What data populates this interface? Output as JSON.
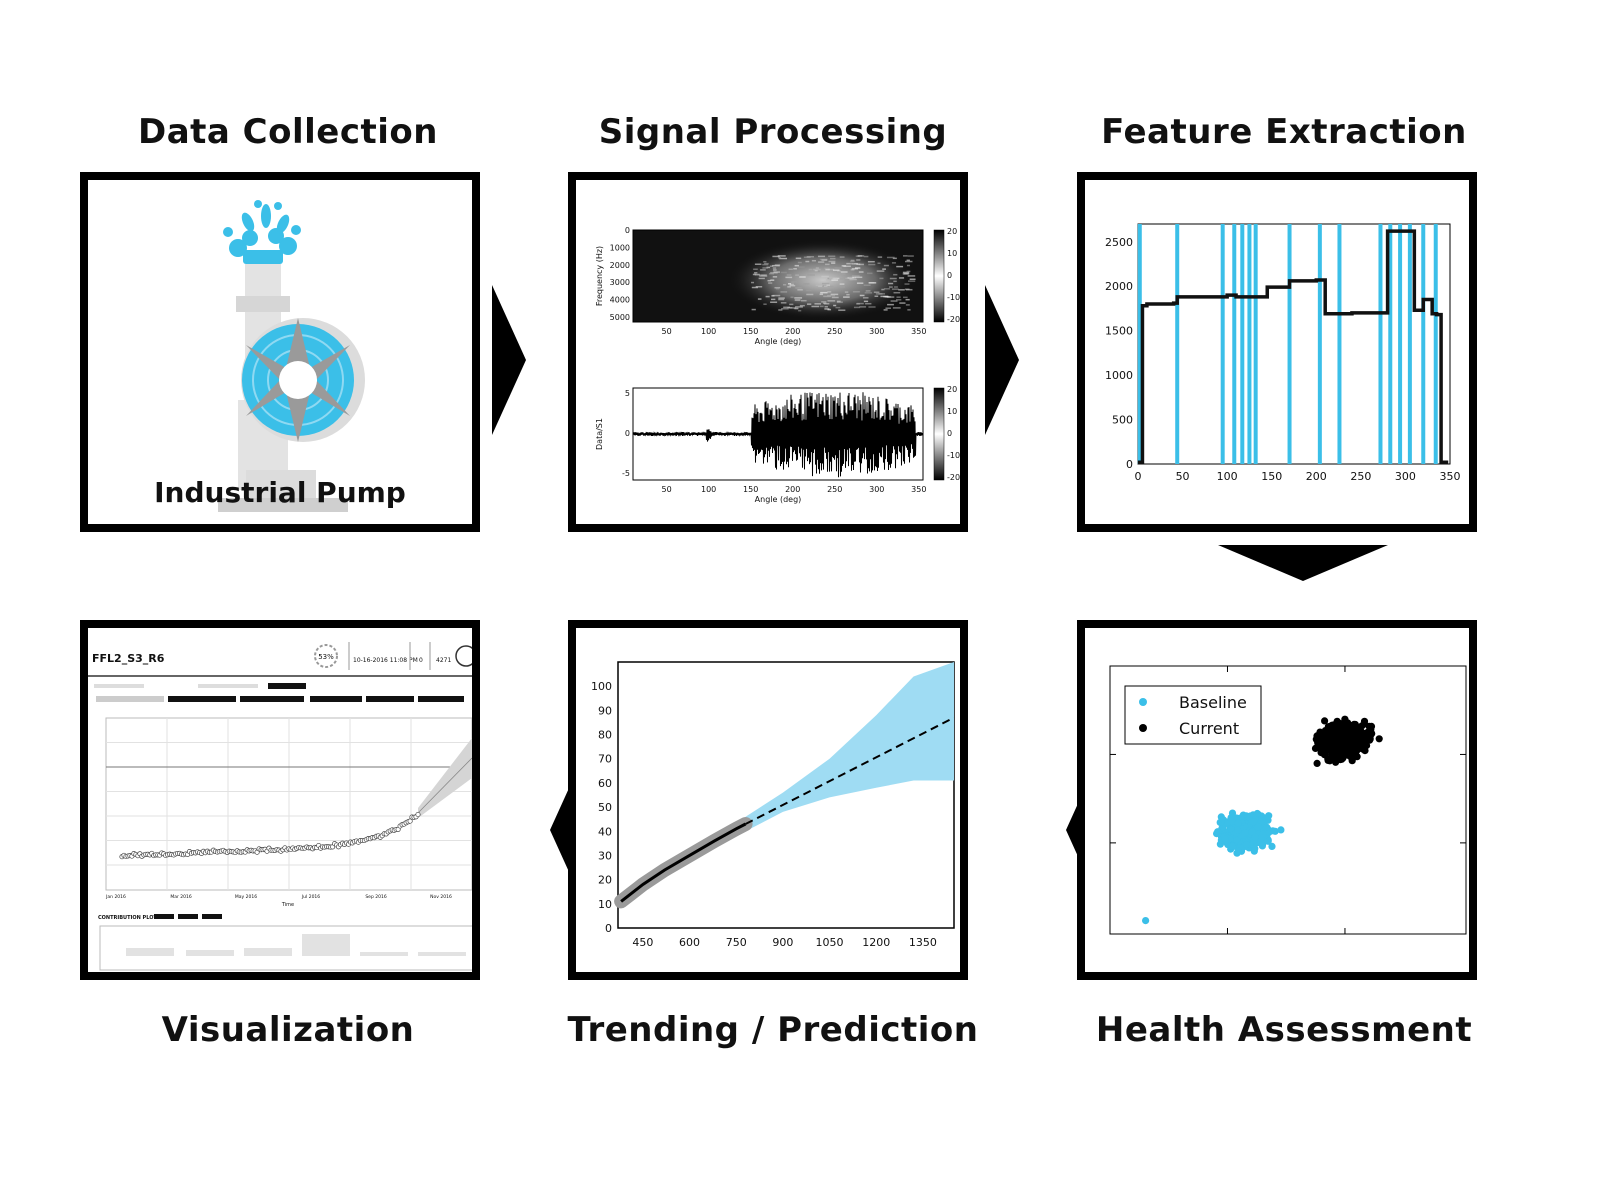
{
  "stages": {
    "data_collection": {
      "title": "Data Collection",
      "caption": "Industrial Pump"
    },
    "signal_processing": {
      "title": "Signal Processing"
    },
    "feature_extraction": {
      "title": "Feature Extraction"
    },
    "health_assessment": {
      "title": "Health Assessment"
    },
    "trending": {
      "title": "Trending / Prediction"
    },
    "visualization": {
      "title": "Visualization"
    }
  },
  "colors": {
    "accent": "#3bbfe8",
    "ink": "#000000",
    "gray": "#9a9a9a"
  },
  "icons": {
    "pump": "industrial-pump-icon",
    "arrow": "triangle-arrow-icon"
  },
  "chart_data": [
    {
      "id": "spectrogram",
      "type": "heatmap",
      "xlabel": "Angle (deg)",
      "ylabel": "Frequency (Hz)",
      "xticks": [
        50,
        100,
        150,
        200,
        250,
        300,
        350
      ],
      "yticks": [
        0,
        1000,
        2000,
        3000,
        4000,
        5000
      ],
      "colorbar_ticks": [
        20,
        10,
        0,
        -10,
        -20
      ]
    },
    {
      "id": "waveform",
      "type": "line",
      "xlabel": "Angle (deg)",
      "ylabel": "Data/S1",
      "xticks": [
        50,
        100,
        150,
        200,
        250,
        300,
        350
      ],
      "yticks": [
        5,
        0,
        -5
      ],
      "colorbar_ticks": [
        20,
        10,
        0,
        -10,
        -20
      ]
    },
    {
      "id": "feature",
      "type": "line",
      "xlim": [
        0,
        350
      ],
      "ylim": [
        0,
        2700
      ],
      "xticks": [
        0,
        50,
        100,
        150,
        200,
        250,
        300,
        350
      ],
      "yticks": [
        0,
        500,
        1000,
        1500,
        2000,
        2500
      ],
      "highlight_x": [
        2,
        44,
        95,
        108,
        117,
        125,
        132,
        170,
        204,
        226,
        272,
        283,
        294,
        305,
        320,
        334
      ],
      "series": [
        {
          "x": [
            0,
            5,
            10,
            40,
            44,
            100,
            110,
            145,
            170,
            200,
            210,
            240,
            270,
            280,
            310,
            320,
            330,
            335,
            340,
            348
          ],
          "y": [
            20,
            1780,
            1800,
            1810,
            1880,
            1900,
            1880,
            1990,
            2060,
            2070,
            1690,
            1700,
            1700,
            2620,
            1730,
            1850,
            1690,
            1680,
            20,
            20
          ]
        }
      ]
    },
    {
      "id": "health",
      "type": "scatter",
      "legend": "top-left",
      "series": [
        {
          "name": "Baseline",
          "center": [
            0.38,
            0.62
          ],
          "spread": [
            0.1,
            0.09
          ]
        },
        {
          "name": "Current",
          "center": [
            0.66,
            0.28
          ],
          "spread": [
            0.11,
            0.09
          ]
        }
      ]
    },
    {
      "id": "trend",
      "type": "line",
      "xlim": [
        370,
        1450
      ],
      "ylim": [
        0,
        110
      ],
      "xticks": [
        450,
        600,
        750,
        900,
        1050,
        1200,
        1350
      ],
      "yticks": [
        0,
        10,
        20,
        30,
        40,
        50,
        60,
        70,
        80,
        90,
        100
      ],
      "history": {
        "x": [
          380,
          450,
          520,
          600,
          680,
          750,
          780
        ],
        "y": [
          11,
          18,
          24,
          30,
          36,
          41,
          43
        ]
      },
      "forecast": {
        "x": [
          780,
          1450
        ],
        "y": [
          43,
          87
        ]
      },
      "band_upper": {
        "x": [
          780,
          900,
          1050,
          1200,
          1320,
          1450
        ],
        "y": [
          46,
          56,
          70,
          88,
          104,
          112
        ]
      },
      "band_lower": {
        "x": [
          780,
          900,
          1050,
          1200,
          1320,
          1450
        ],
        "y": [
          40,
          48,
          54,
          58,
          61,
          61
        ]
      }
    }
  ],
  "dashboard": {
    "title": "FFL2_S3_R6",
    "health_pct": "53%",
    "timestamp": "10-16-2016 11:08 PM",
    "count_a": "0",
    "count_b": "4271",
    "contribution_label": "CONTRIBUTION PLOT:",
    "x_axis_label": "Time",
    "x_ticks": [
      "Jan 2016",
      "Mar 2016",
      "May 2016",
      "Jul 2016",
      "Sep 2016",
      "Nov 2016"
    ]
  }
}
